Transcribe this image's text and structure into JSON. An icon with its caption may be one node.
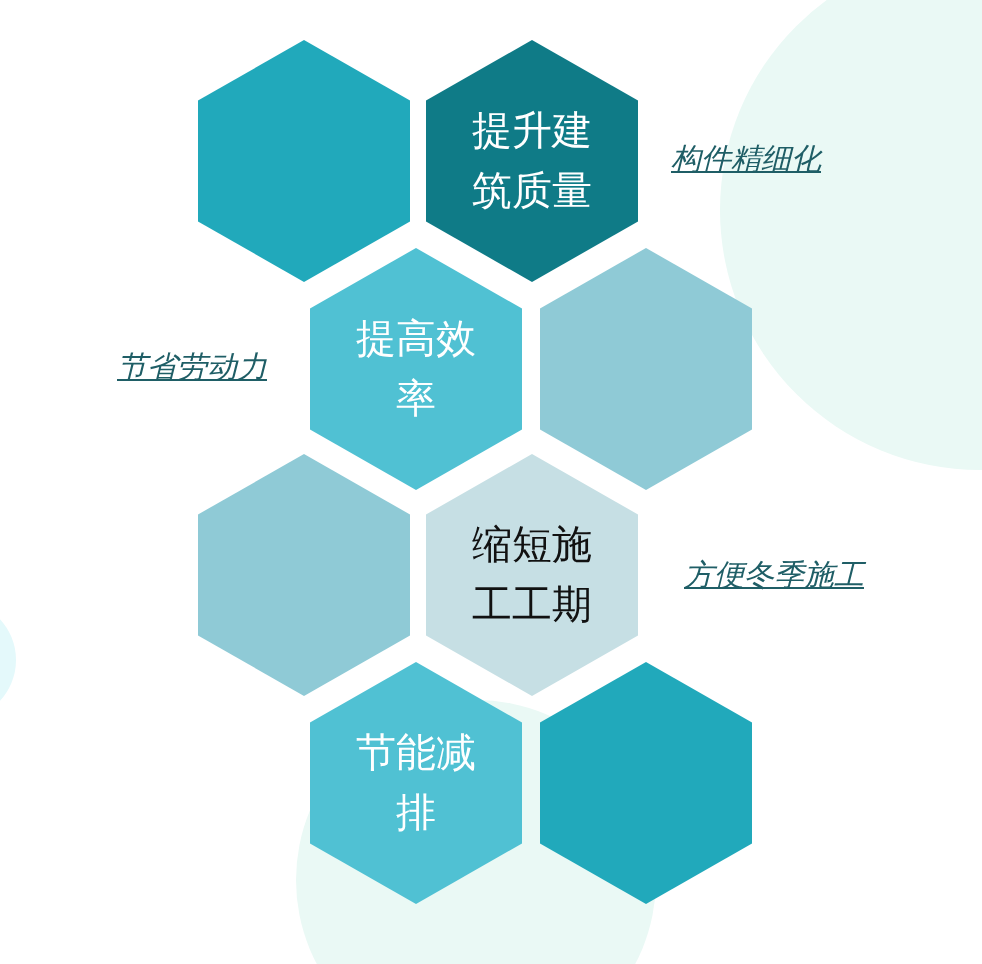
{
  "diagram": {
    "nodes": [
      {
        "text": [],
        "shape": "hexagon"
      },
      {
        "text": [
          "提升建筑质量"
        ]
      },
      {
        "text": [
          "提高效率"
        ]
      },
      {
        "text": [],
        "shape": "hexagon"
      },
      {
        "text": [],
        "shape": "hexagon"
      },
      {
        "text": [
          "缩短施工工期"
        ]
      },
      {
        "text": [
          "节能减排"
        ]
      },
      {
        "text": [],
        "shape": "hexagon"
      }
    ],
    "labels": [
      "构件精细化",
      "节省劳动力",
      "方便冬季施工"
    ]
  }
}
